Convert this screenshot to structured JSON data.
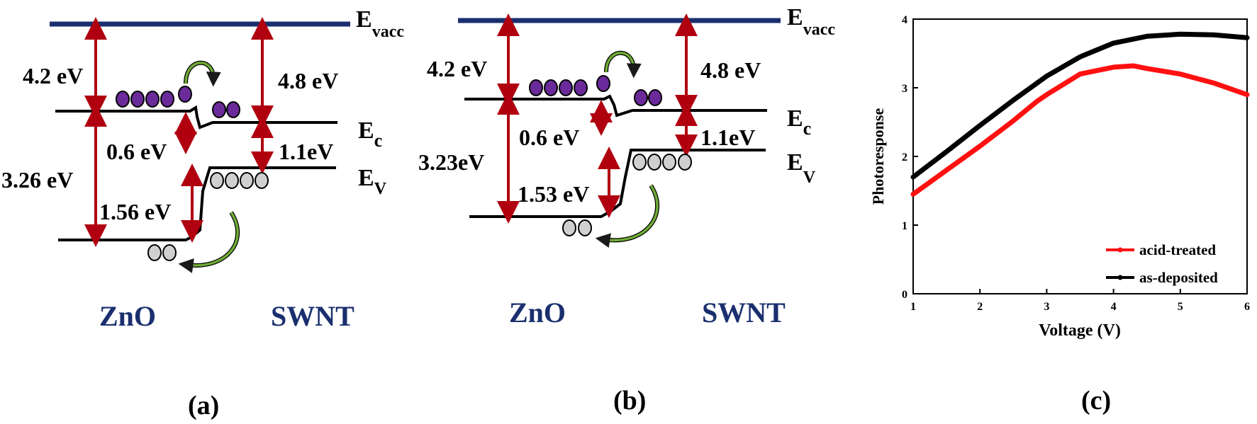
{
  "colors": {
    "vacuum_line": "#1a2f6e",
    "arrow": "#b00010",
    "electron": "#6b2a9a",
    "hole": "#d0d0d0",
    "curl": "#6faa36",
    "material": "#1a2f6e",
    "acid_treated": "#ff1010",
    "as_deposited": "#000000"
  },
  "panel_a": {
    "evacc": "E",
    "evacc_sub": "vacc",
    "ec": "E",
    "ec_sub": "c",
    "ev": "E",
    "ev_sub": "V",
    "left_top": "4.2 eV",
    "right_top": "4.8 eV",
    "offset_c": "0.6 eV",
    "right_gap": "1.1eV",
    "left_gap": "3.26 eV",
    "offset_v": "1.56 eV",
    "left_material": "ZnO",
    "right_material": "SWNT",
    "caption": "(a)"
  },
  "panel_b": {
    "evacc": "E",
    "evacc_sub": "vacc",
    "ec": "E",
    "ec_sub": "c",
    "ev": "E",
    "ev_sub": "V",
    "left_top": "4.2 eV",
    "right_top": "4.8 eV",
    "offset_c": "0.6 eV",
    "right_gap": "1.1eV",
    "left_gap": "3.23eV",
    "offset_v": "1.53 eV",
    "left_material": "ZnO",
    "right_material": "SWNT",
    "caption": "(b)"
  },
  "panel_c": {
    "caption": "(c)",
    "chart_data": {
      "type": "line",
      "title": "",
      "xlabel": "Voltage (V)",
      "ylabel": "Photoresponse",
      "xlim": [
        1,
        6
      ],
      "ylim": [
        0,
        4
      ],
      "xticks": [
        "1",
        "2",
        "3",
        "4",
        "5",
        "6"
      ],
      "yticks": [
        "0",
        "1",
        "2",
        "3",
        "4"
      ],
      "grid": false,
      "legend_position": "bottom-right",
      "series": [
        {
          "name": "acid-treated",
          "color": "#ff1010",
          "x": [
            1.0,
            1.5,
            2.0,
            2.5,
            2.85,
            3.0,
            3.5,
            4.0,
            4.3,
            4.5,
            5.0,
            5.5,
            6.0
          ],
          "y": [
            1.45,
            1.8,
            2.15,
            2.52,
            2.8,
            2.9,
            3.2,
            3.3,
            3.32,
            3.28,
            3.2,
            3.07,
            2.9
          ]
        },
        {
          "name": "as-deposited",
          "color": "#000000",
          "x": [
            1.0,
            1.5,
            2.0,
            2.5,
            3.0,
            3.5,
            4.0,
            4.5,
            5.0,
            5.5,
            6.0
          ],
          "y": [
            1.7,
            2.07,
            2.45,
            2.82,
            3.17,
            3.45,
            3.65,
            3.75,
            3.78,
            3.77,
            3.73
          ]
        }
      ]
    }
  }
}
